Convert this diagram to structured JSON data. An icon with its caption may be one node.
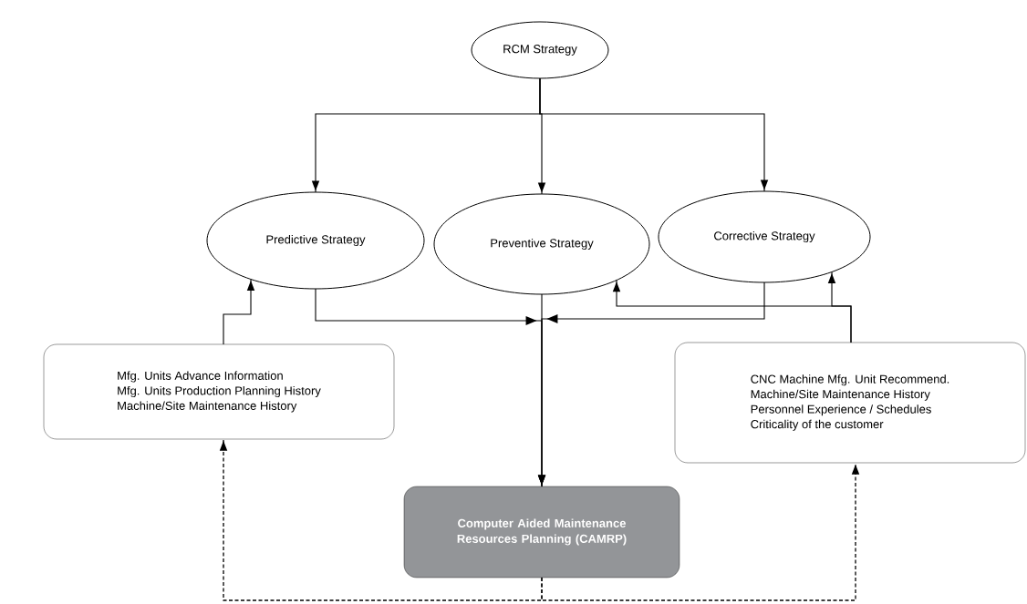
{
  "diagram": {
    "nodes": [
      {
        "text": [
          "RCM Strategy"
        ]
      },
      {
        "text": [
          "Predictive Strategy"
        ]
      },
      {
        "text": [
          "Preventive Strategy"
        ]
      },
      {
        "text": [
          "Corrective Strategy"
        ]
      },
      {
        "text": [
          "Mfg. Units Advance Information",
          "Mfg. Units Production Planning History",
          "Machine/Site Maintenance History"
        ]
      },
      {
        "text": [
          "CNC Machine Mfg. Unit Recommend.",
          "Machine/Site Maintenance History",
          "Personnel  Experience / Schedules",
          "Criticality of the customer"
        ]
      },
      {
        "text": [
          "Computer Aided Maintenance Resources Planning (CAMRP)"
        ]
      }
    ],
    "edges": [
      {
        "from": 0,
        "to": 1,
        "arrow": "to"
      },
      {
        "from": 0,
        "to": 2,
        "arrow": "to"
      },
      {
        "from": 0,
        "to": 3,
        "arrow": "to"
      },
      {
        "from": 1,
        "to": 6,
        "arrow": "to"
      },
      {
        "from": 2,
        "to": 6,
        "arrow": "to"
      },
      {
        "from": 3,
        "to": 6,
        "arrow": "to"
      },
      {
        "from": 4,
        "to": 1,
        "arrow": "to"
      },
      {
        "from": 5,
        "to": 2,
        "arrow": "to"
      },
      {
        "from": 5,
        "to": 3,
        "arrow": "to"
      },
      {
        "from": 6,
        "to": 4,
        "arrow": "to",
        "style": "dashed"
      },
      {
        "from": 6,
        "to": 5,
        "arrow": "to",
        "style": "dashed"
      }
    ]
  }
}
